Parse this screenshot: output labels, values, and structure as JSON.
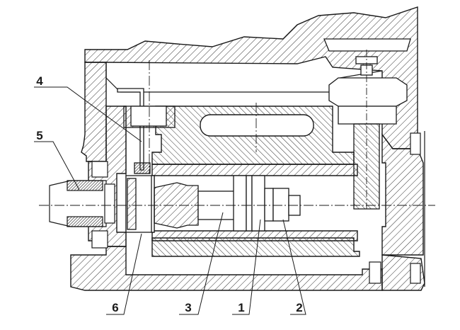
{
  "callouts": {
    "c4": "4",
    "c5": "5",
    "c6": "6",
    "c3": "3",
    "c1": "1",
    "c2": "2"
  },
  "colors": {
    "line": "#1a1a1a",
    "hatch": "#333333",
    "background": "#ffffff"
  }
}
